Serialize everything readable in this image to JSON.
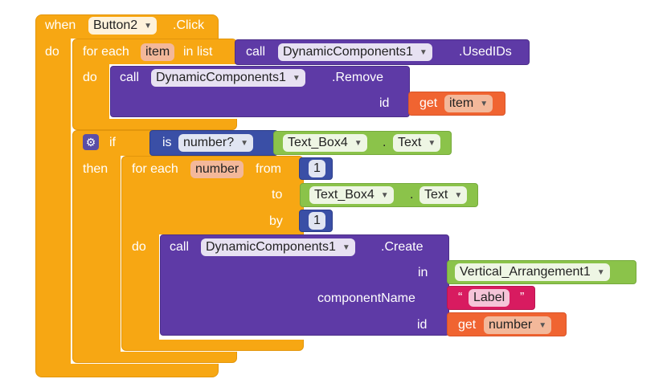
{
  "event": {
    "when": "when",
    "component": "Button2",
    "event": ".Click",
    "do": "do"
  },
  "foreach_item": {
    "label": "for each",
    "var": "item",
    "in_list": "in list",
    "do": "do",
    "call": "call",
    "component": "DynamicComponents1",
    "method": ".UsedIDs"
  },
  "remove_call": {
    "call": "call",
    "component": "DynamicComponents1",
    "method": ".Remove",
    "id_label": "id",
    "get": "get",
    "var": "item"
  },
  "if_block": {
    "if": "if",
    "then": "then",
    "is": "is",
    "test": "number?",
    "component": "Text_Box4",
    "dot": ".",
    "prop": "Text"
  },
  "for_range": {
    "label": "for each",
    "var": "number",
    "from": "from",
    "to": "to",
    "by": "by",
    "do": "do",
    "from_val": "1",
    "to_component": "Text_Box4",
    "dot": ".",
    "to_prop": "Text",
    "by_val": "1"
  },
  "create_call": {
    "call": "call",
    "component": "DynamicComponents1",
    "method": ".Create",
    "in": "in",
    "in_component": "Vertical_Arrangement1",
    "componentName": "componentName",
    "quote_open": "“",
    "name_val": "Label",
    "quote_close": "”",
    "id_label": "id",
    "get": "get",
    "var": "number"
  },
  "icons": {
    "gear": "gear-icon",
    "dropdown": "triangle-down"
  },
  "colors": {
    "control": "#f7a713",
    "procedure": "#5e3aa6",
    "logic": "#3d58a8",
    "component": "#8bc34a",
    "variable": "#f06431",
    "math": "#3a4fa6",
    "text": "#d81b60"
  }
}
